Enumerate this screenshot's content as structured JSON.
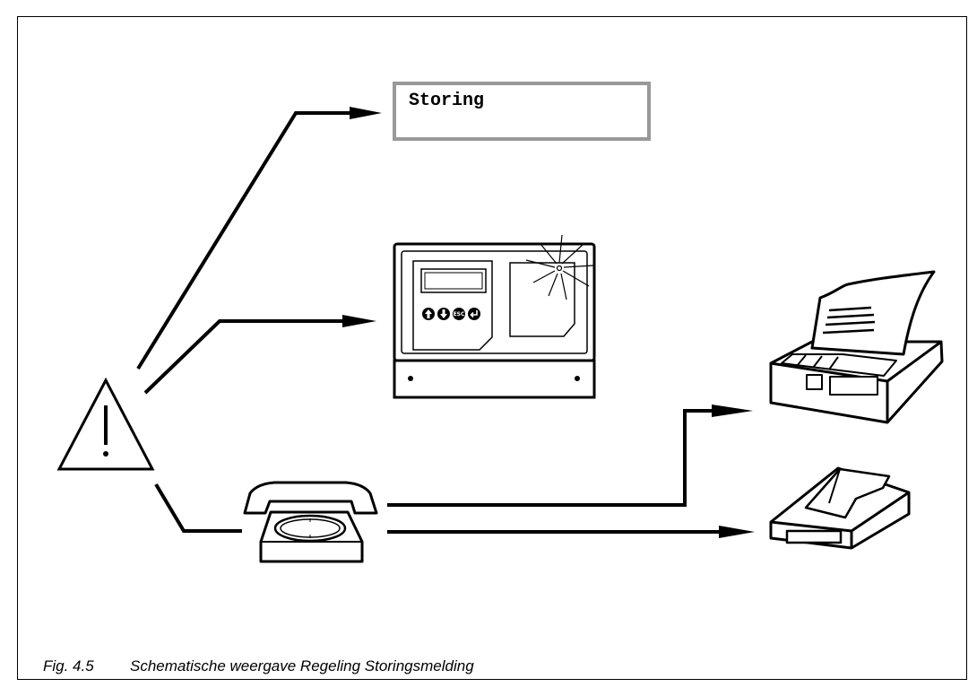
{
  "display": {
    "text": "Storing"
  },
  "controller": {
    "button_esc_label": "ESC"
  },
  "caption": {
    "number": "Fig. 4.5",
    "text": "Schematische weergave Regeling Storingsmelding"
  }
}
